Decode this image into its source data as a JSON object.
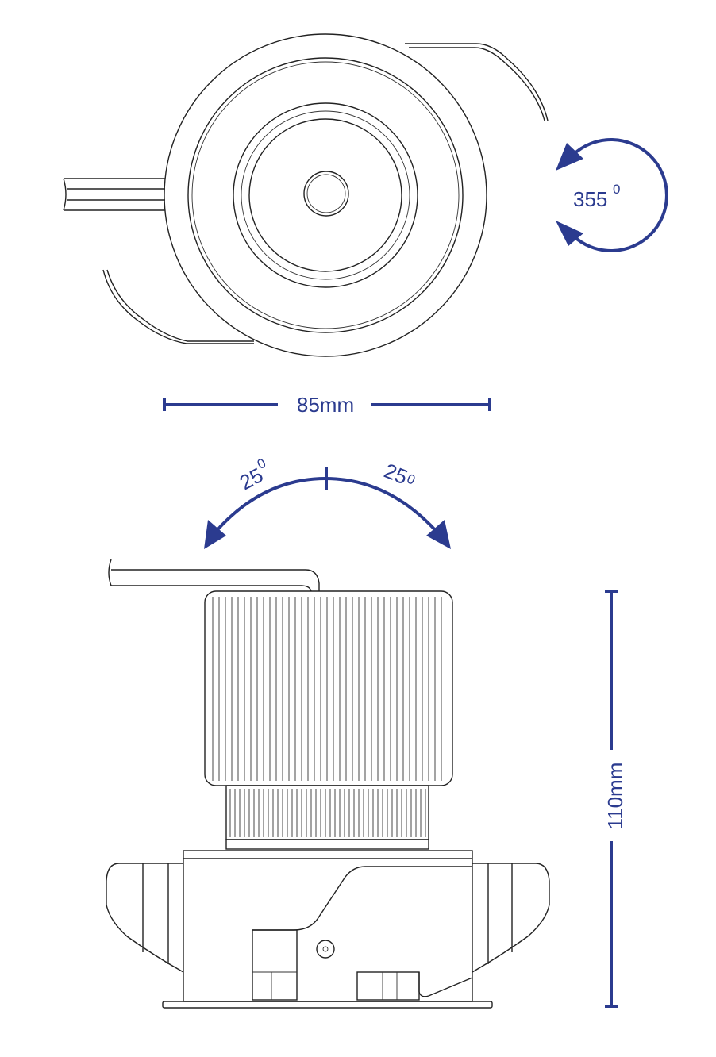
{
  "dimensions": {
    "rotation": {
      "value": "355",
      "unit": "0"
    },
    "width": "85mm",
    "tilt_left": {
      "value": "25",
      "unit": "0"
    },
    "tilt_right": {
      "value": "25",
      "unit": "0"
    },
    "height": "110mm"
  },
  "colors": {
    "annotation": "#2b3b8f",
    "line": "#222222"
  }
}
